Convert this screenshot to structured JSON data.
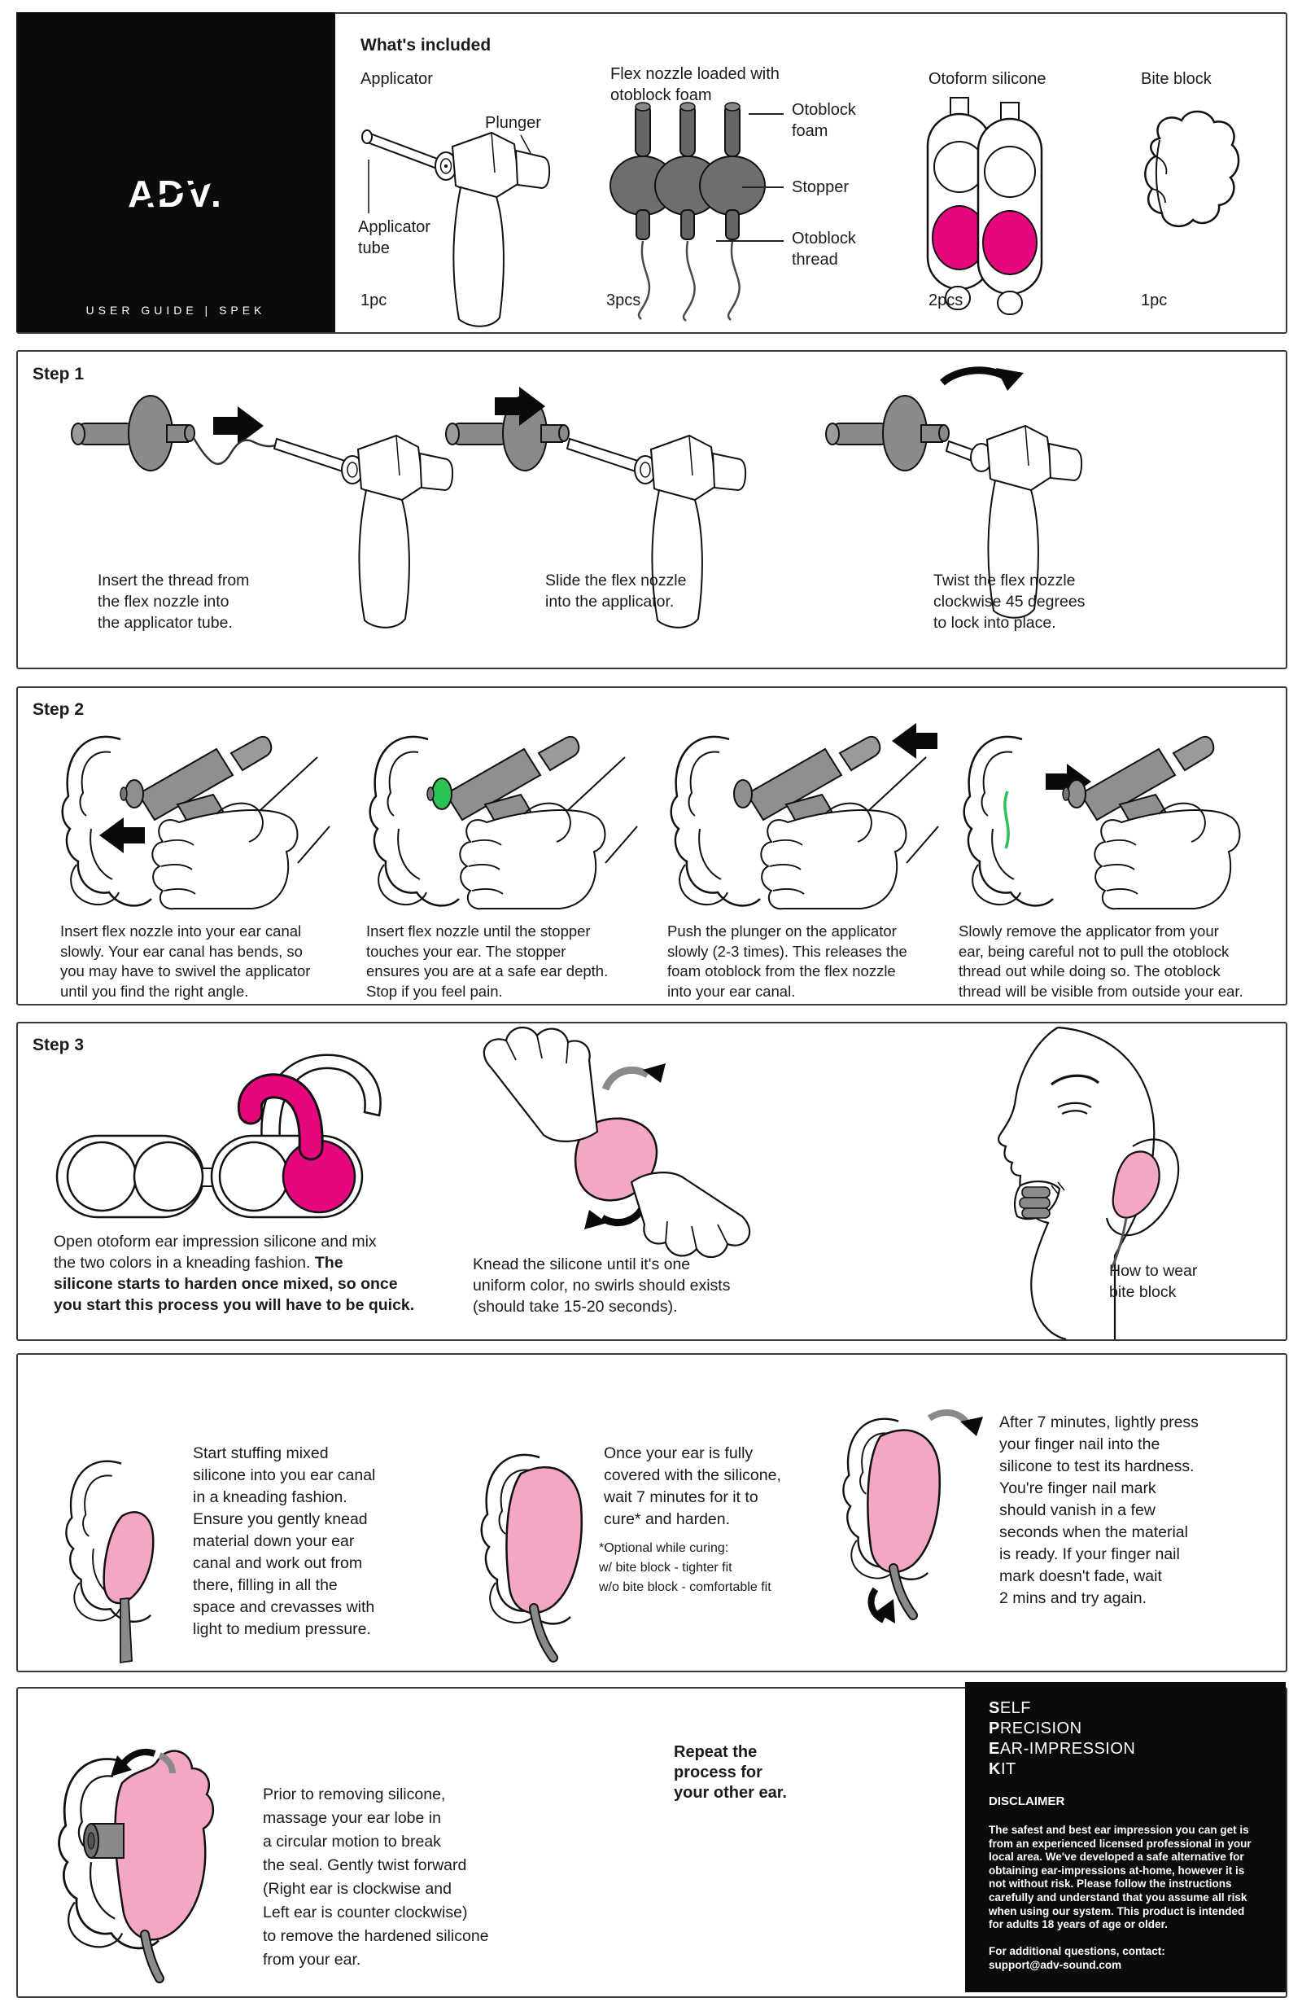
{
  "brand": {
    "logo": "ADV.",
    "tagline": "USER GUIDE | SPEK"
  },
  "included": {
    "title": "What's included",
    "applicator": {
      "label": "Applicator",
      "qty": "1pc",
      "callout_plunger": "Plunger",
      "callout_tube": "Applicator\ntube"
    },
    "flex": {
      "label": "Flex nozzle loaded with\notoblock foam",
      "qty": "3pcs",
      "callout_foam": "Otoblock\nfoam",
      "callout_stopper": "Stopper",
      "callout_thread": "Otoblock\nthread"
    },
    "otoform": {
      "label": "Otoform silicone",
      "qty": "2pcs"
    },
    "bite": {
      "label": "Bite block",
      "qty": "1pc"
    }
  },
  "step1": {
    "title": "Step 1",
    "captions": [
      "Insert the thread from\nthe flex nozzle into\nthe applicator tube.",
      "Slide the flex nozzle\ninto the applicator.",
      "Twist the flex nozzle\nclockwise 45 degrees\nto lock into place."
    ]
  },
  "step2": {
    "title": "Step 2",
    "captions": [
      "Insert flex nozzle into your ear canal\nslowly. Your ear canal has bends, so\nyou may have to swivel the applicator\nuntil you find the right angle.",
      "Insert flex nozzle until the stopper\ntouches your ear. The stopper\nensures you are at a safe ear depth.\nStop if you feel pain.",
      "Push the plunger on the applicator\nslowly (2-3 times). This releases the\nfoam otoblock from the flex nozzle\ninto your ear canal.",
      "Slowly remove the applicator from your\near, being careful not to pull the otoblock\nthread out while doing so. The otoblock\nthread will be visible from outside your ear."
    ]
  },
  "step3": {
    "title": "Step 3",
    "mix_caption": {
      "normal": "Open otoform ear impression silicone and mix\nthe two colors in a kneading fashion. ",
      "bold": "The\nsilicone starts to harden once mixed, so once\nyou start this process you will have to be quick."
    },
    "knead_caption": "Knead the silicone until it's one\nuniform color, no swirls should exists\n(should take 15-20 seconds).",
    "wear_caption": "How to wear\nbite block"
  },
  "cure": {
    "stuff_caption": "Start stuffing mixed\nsilicone into you ear canal\nin a kneading fashion.\nEnsure you gently knead\nmaterial down your ear\ncanal and work out from\nthere, filling in all the\nspace and crevasses with\nlight to medium pressure.",
    "wait_caption": "Once your ear is fully\ncovered with the silicone,\nwait 7 minutes for it to\ncure* and harden.",
    "footnote": "*Optional while curing:\nw/ bite block - tighter fit\nw/o bite block - comfortable fit",
    "test_caption": "After 7 minutes, lightly press\nyour finger nail into the\nsilicone to test its hardness.\nYou're finger nail mark\nshould vanish in a few\nseconds when the material\nis ready. If your finger nail\nmark doesn't fade, wait\n2 mins and try again."
  },
  "removal": {
    "caption": "Prior to removing silicone,\nmassage your ear lobe in\na circular motion to break\nthe seal. Gently twist forward\n(Right ear is clockwise and\nLeft ear is counter clockwise)\nto remove the hardened silicone\nfrom your ear.",
    "repeat": "Repeat the\nprocess for\nyour other ear."
  },
  "kit": {
    "lines": [
      {
        "b": "S",
        "rest": "ELF"
      },
      {
        "b": "P",
        "rest": "RECISION"
      },
      {
        "b": "E",
        "rest": "AR-IMPRESSION"
      },
      {
        "b": "K",
        "rest": "IT"
      }
    ],
    "disclaimer_title": "DISCLAIMER",
    "disclaimer_body": "The safest and best ear impression you can get is\nfrom an experienced licensed professional in your\nlocal area. We've developed a safe alternative for\nobtaining ear-impressions at-home, however it is\nnot without risk. Please follow the instructions\ncarefully and understand that you assume all risk\nwhen using our system. This product is intended\nfor adults 18 years of age or older.",
    "contact": "For additional questions, contact:\nsupport@adv-sound.com"
  },
  "colors": {
    "magenta": "#e6077e",
    "pink": "#f3a7c4",
    "green": "#2bc356",
    "gray": "#8f8f8f",
    "black_panel": "#0b0b0b"
  }
}
